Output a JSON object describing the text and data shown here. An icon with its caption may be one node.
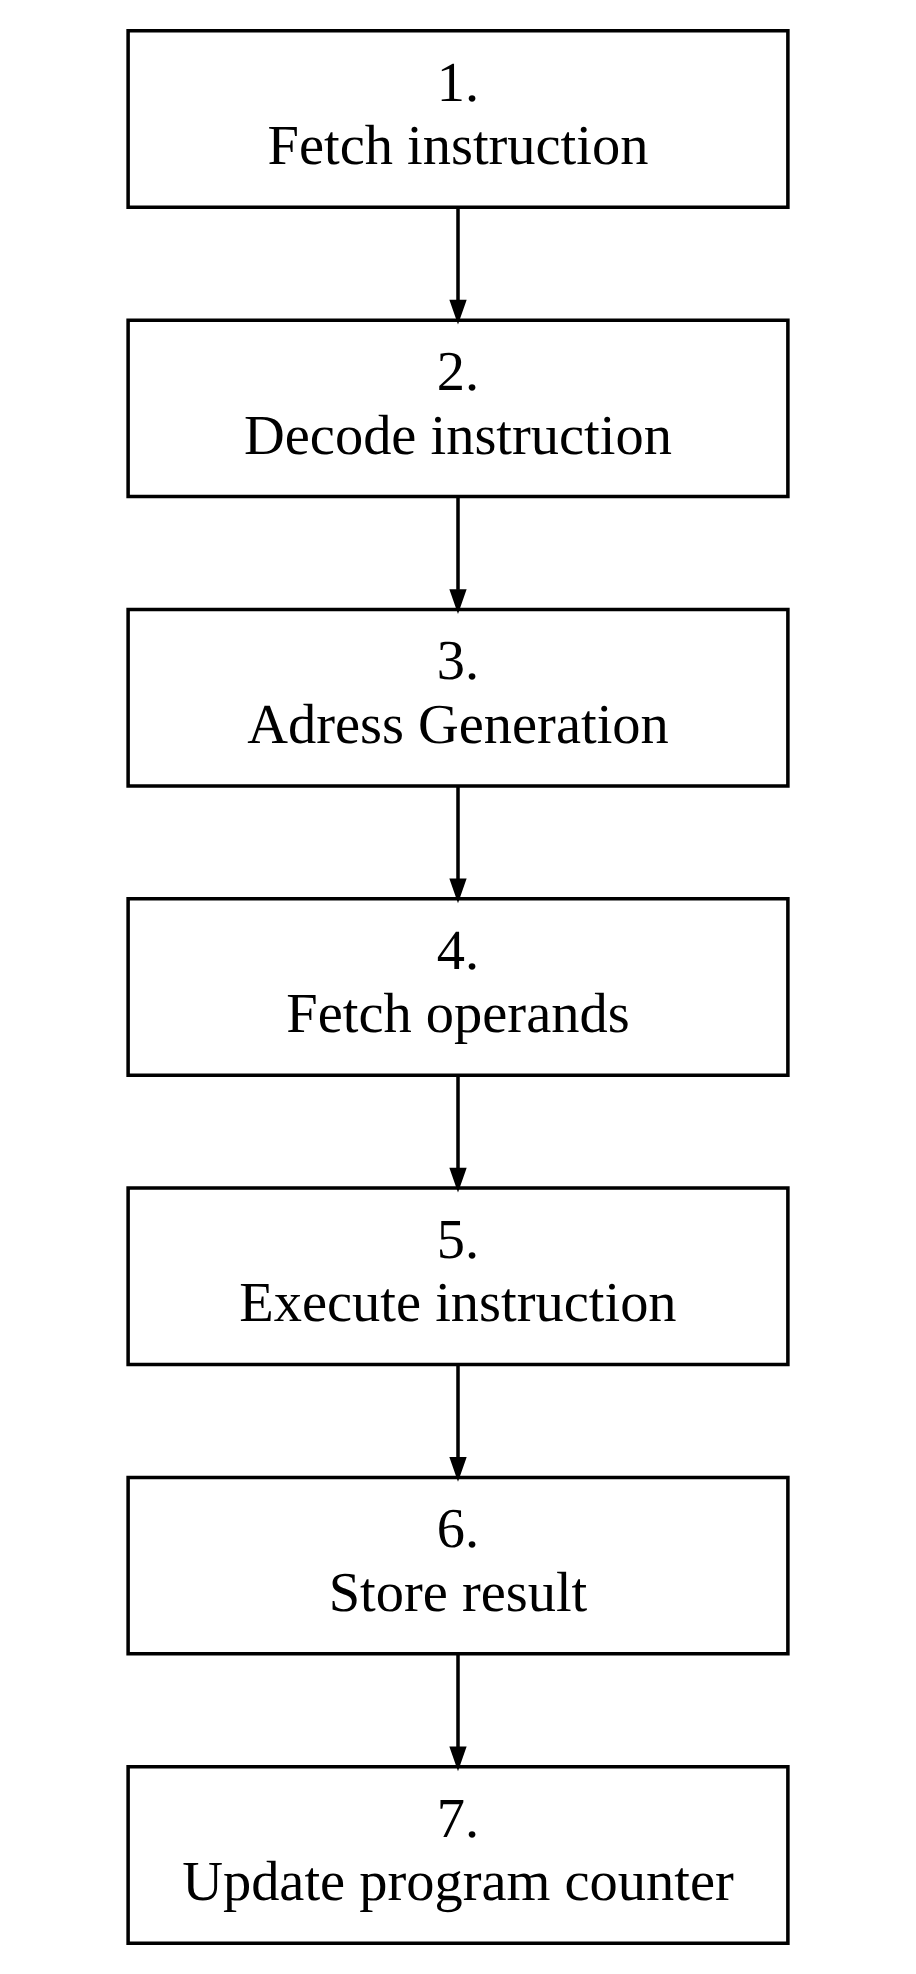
{
  "diagram": {
    "nodes": [
      {
        "text": [
          "1.",
          "Fetch instruction"
        ]
      },
      {
        "text": [
          "2.",
          "Decode instruction"
        ]
      },
      {
        "text": [
          "3.",
          "Adress Generation"
        ]
      },
      {
        "text": [
          "4.",
          "Fetch operands"
        ]
      },
      {
        "text": [
          "5.",
          "Execute instruction"
        ]
      },
      {
        "text": [
          "6.",
          "Store result"
        ]
      },
      {
        "text": [
          "7.",
          "Update program counter"
        ]
      }
    ],
    "edges": [
      {
        "from": 0,
        "to": 1,
        "arrow": "to"
      },
      {
        "from": 1,
        "to": 2,
        "arrow": "to"
      },
      {
        "from": 2,
        "to": 3,
        "arrow": "to"
      },
      {
        "from": 3,
        "to": 4,
        "arrow": "to"
      },
      {
        "from": 4,
        "to": 5,
        "arrow": "to"
      },
      {
        "from": 5,
        "to": 6,
        "arrow": "to"
      }
    ]
  }
}
